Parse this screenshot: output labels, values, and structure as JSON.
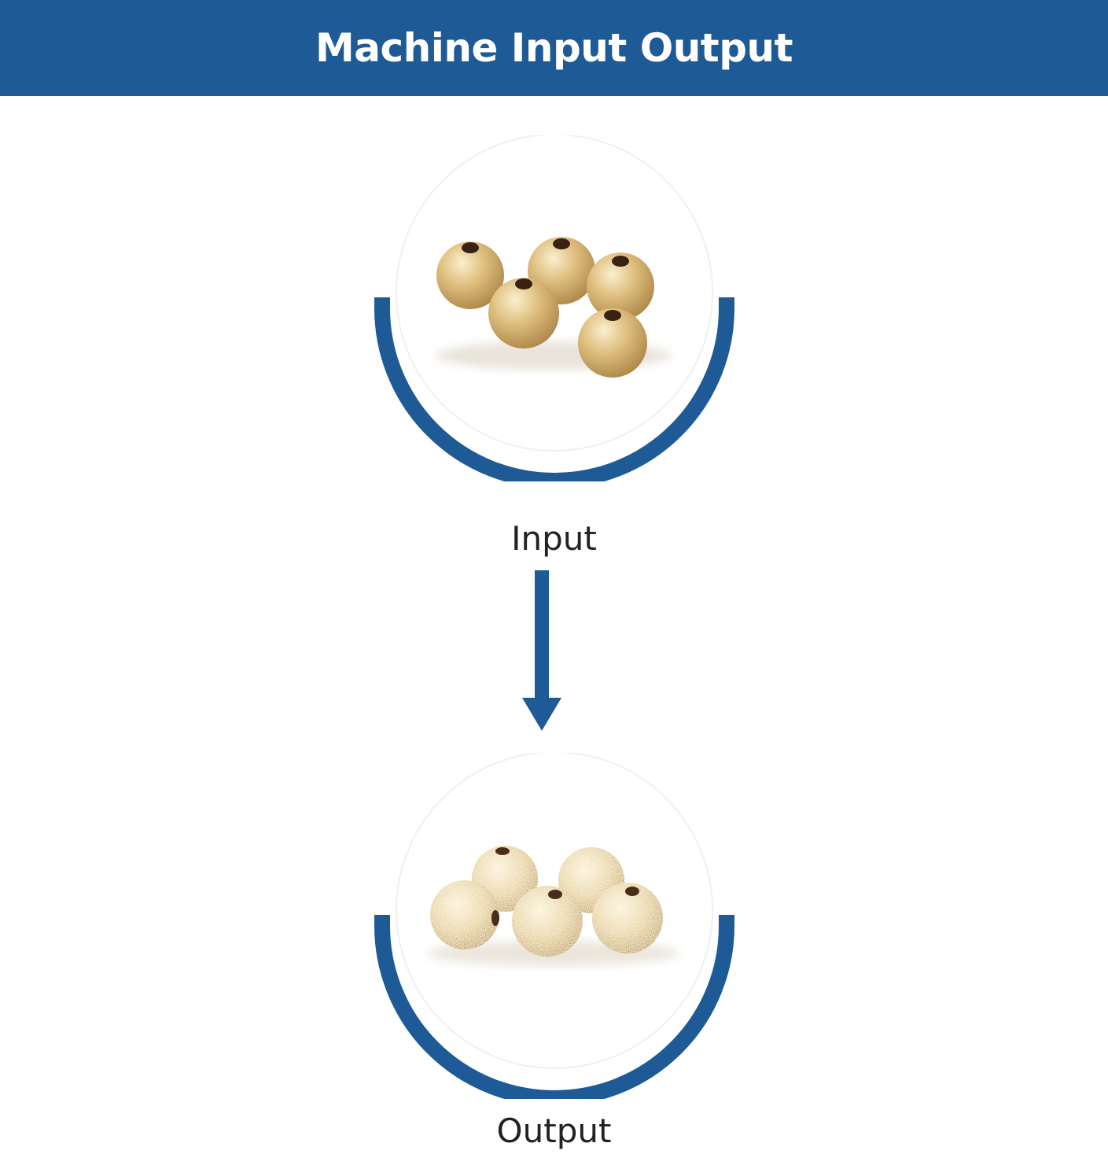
{
  "header": {
    "title": "Machine Input Output"
  },
  "input": {
    "label": "Input"
  },
  "output": {
    "label": "Output"
  },
  "colors": {
    "accent": "#1e5b96",
    "bead_smooth": "#d9b777",
    "bead_textured": "#e6d1a2"
  }
}
